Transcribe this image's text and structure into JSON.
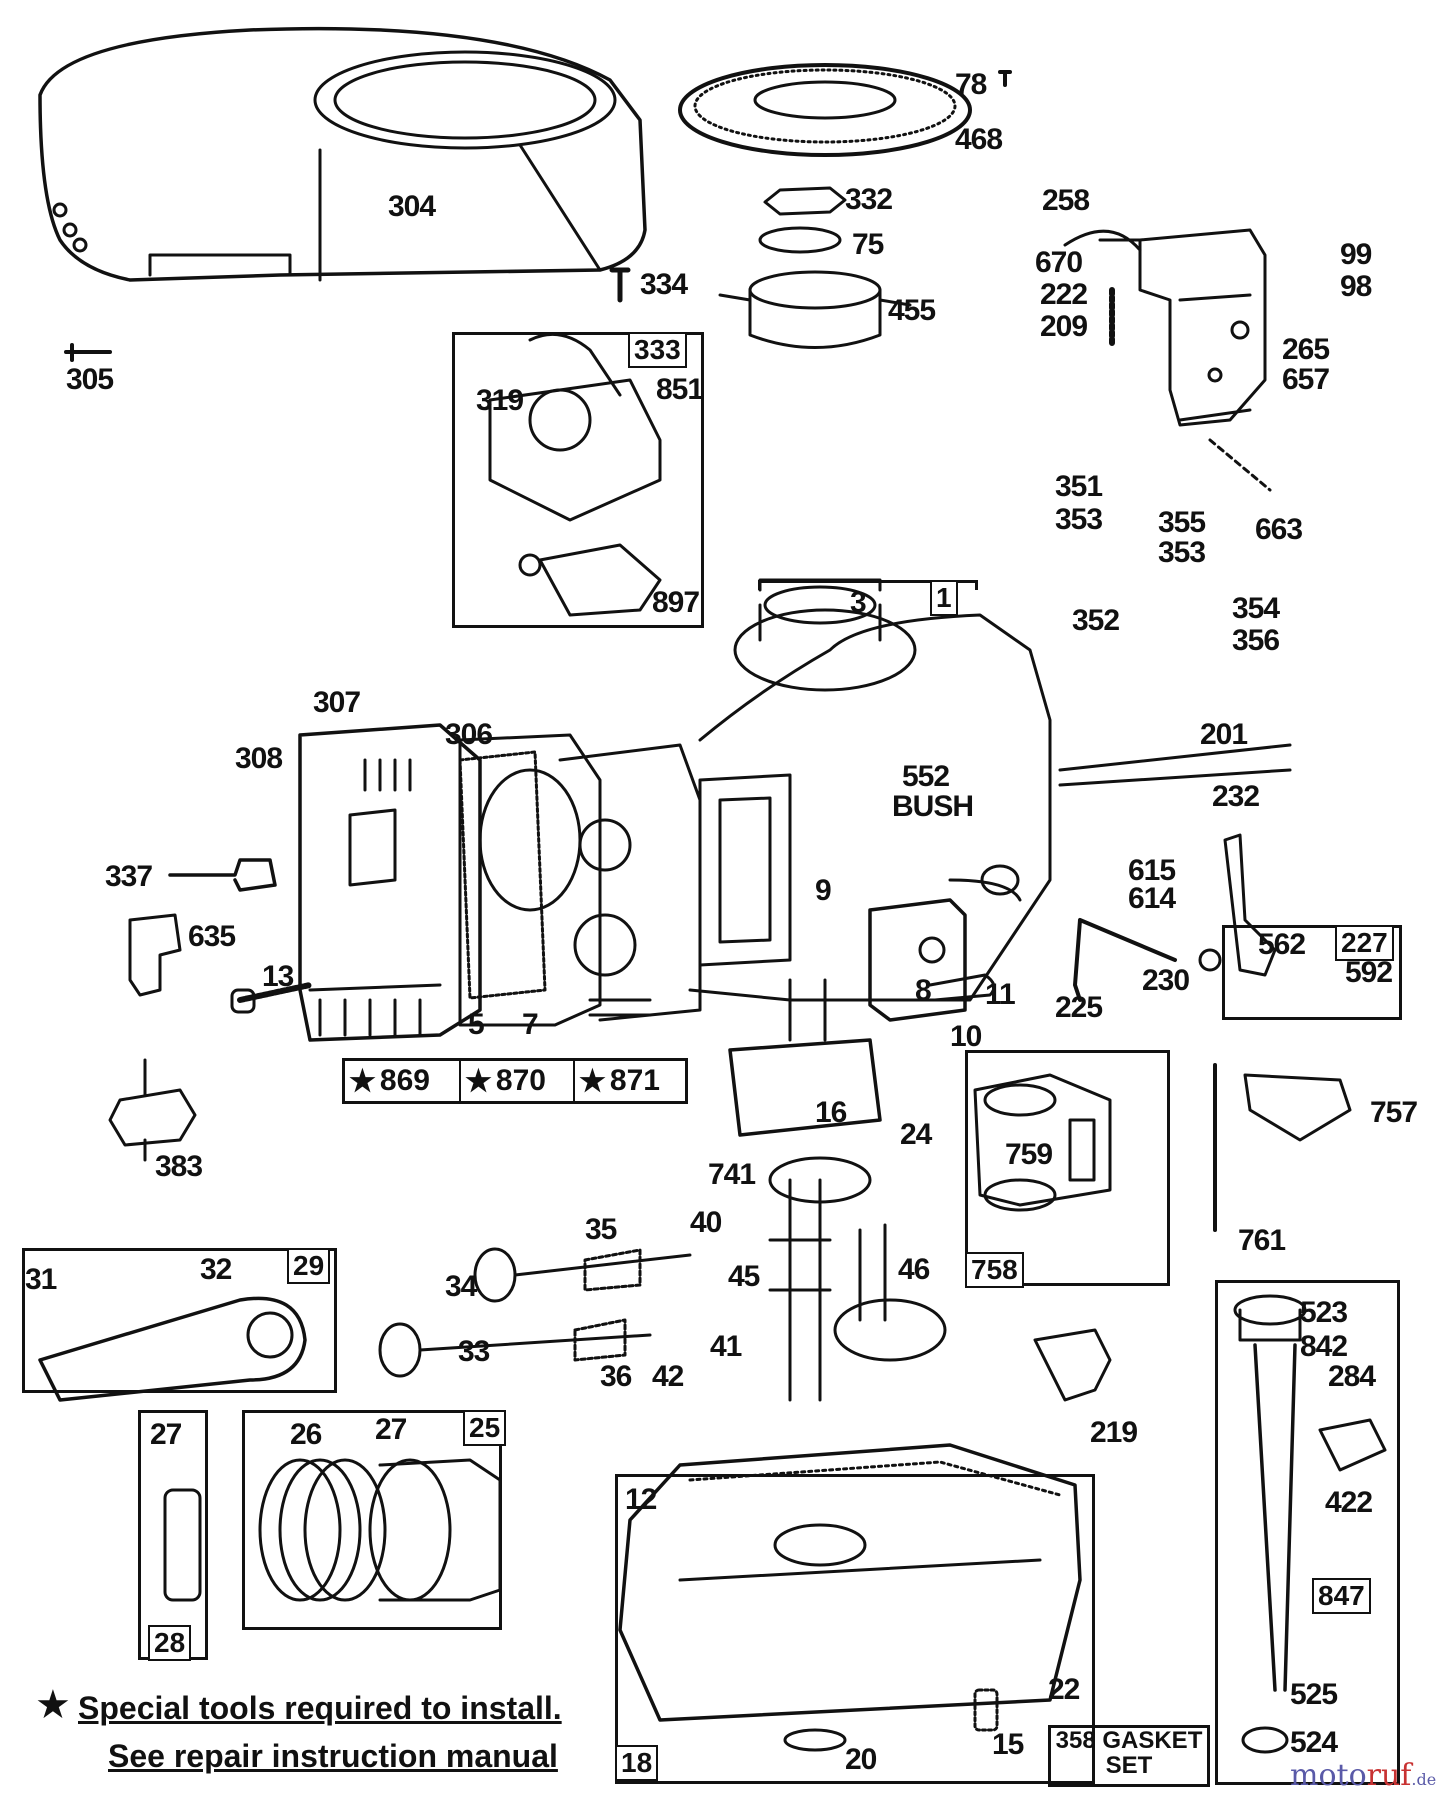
{
  "diagram": {
    "callouts": {
      "c304": "304",
      "c305": "305",
      "c78": "78",
      "c468": "468",
      "c332": "332",
      "c75": "75",
      "c334": "334",
      "c455": "455",
      "c258": "258",
      "c670": "670",
      "c222": "222",
      "c209": "209",
      "c99": "99",
      "c98": "98",
      "c265": "265",
      "c657": "657",
      "c663": "663",
      "c333": "333",
      "c319": "319",
      "c851": "851",
      "c897": "897",
      "c351": "351",
      "c353a": "353",
      "c355": "355",
      "c353b": "353",
      "c352": "352",
      "c354": "354",
      "c356": "356",
      "c3": "3",
      "c1": "1",
      "c307": "307",
      "c306": "306",
      "c308": "308",
      "c337": "337",
      "c635": "635",
      "c13": "13",
      "c5": "5",
      "c7": "7",
      "c383": "383",
      "c201": "201",
      "c232": "232",
      "c552": "552",
      "cbush": "BUSH",
      "c9": "9",
      "c8": "8",
      "c11": "11",
      "c10": "10",
      "c615": "615",
      "c614": "614",
      "c225": "225",
      "c230": "230",
      "c227": "227",
      "c562": "562",
      "c592": "592",
      "c16": "16",
      "c24": "24",
      "c741": "741",
      "c757": "757",
      "c759": "759",
      "c758": "758",
      "c761": "761",
      "c29": "29",
      "c31": "31",
      "c32": "32",
      "c35": "35",
      "c40": "40",
      "c34": "34",
      "c45": "45",
      "c46": "46",
      "c33": "33",
      "c36": "36",
      "c42": "42",
      "c41": "41",
      "c219": "219",
      "c27a": "27",
      "c28": "28",
      "c26": "26",
      "c27b": "27",
      "c25": "25",
      "c12": "12",
      "c18": "18",
      "c20": "20",
      "c22": "22",
      "c15": "15",
      "c523": "523",
      "c842": "842",
      "c284": "284",
      "c422": "422",
      "c847": "847",
      "c525": "525",
      "c524": "524"
    },
    "tool_kits": {
      "k869": "869",
      "k870": "870",
      "k871": "871"
    },
    "gasket_set": {
      "number": "358",
      "line1": "GASKET",
      "line2": "SET"
    },
    "footnote": {
      "star": "★",
      "line1": "Special tools required to install.",
      "line2": "See repair instruction manual"
    },
    "watermark": {
      "part1": "moto",
      "part2": "ruf",
      "suffix": ".de",
      "color1": "#5a5aa8",
      "color2": "#c83232"
    }
  }
}
